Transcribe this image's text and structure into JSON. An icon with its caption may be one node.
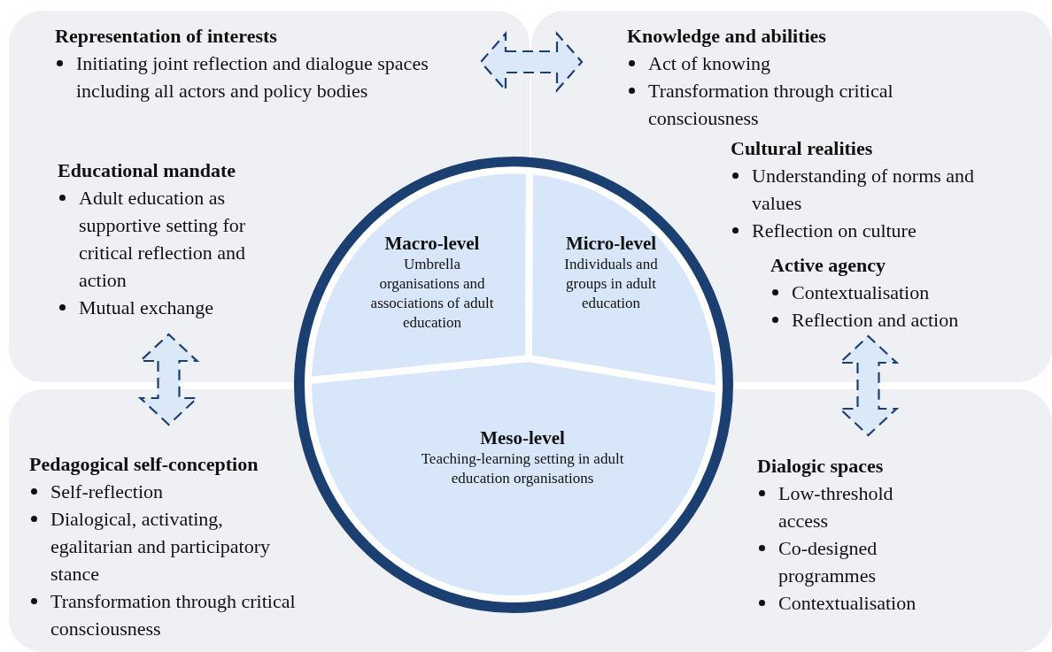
{
  "diagram": {
    "nodes": [
      {
        "text": [],
        "shape": "box"
      },
      {
        "text": [
          "Representation of interests",
          "Initiating joint reflection and dialogue spaces including all actors and policy bodies"
        ],
        "in": 0
      },
      {
        "text": [
          "Educational mandate",
          "Adult education as supportive setting for critical reflection and action",
          "Mutual exchange"
        ],
        "in": 0
      },
      {
        "text": [],
        "shape": "box"
      },
      {
        "text": [
          "Knowledge and abilities",
          "Act of knowing",
          "Transformation through critical consciousness"
        ],
        "in": 3
      },
      {
        "text": [
          "Cultural realities",
          "Understanding of norms and values",
          "Reflection on culture"
        ],
        "in": 3
      },
      {
        "text": [
          "Active agency",
          "Contextualisation",
          "Reflection and action"
        ],
        "in": 3
      },
      {
        "text": [],
        "shape": "box"
      },
      {
        "text": [
          "Pedagogical self-conception",
          "Self-reflection",
          "Dialogical, activating, egalitarian and participatory stance",
          "Transformation through critical consciousness"
        ],
        "in": 7
      },
      {
        "text": [
          "Dialogic spaces",
          "Low-threshold access",
          "Co-designed programmes",
          "Contextualisation"
        ],
        "in": 7
      },
      {
        "text": [],
        "shape": "circle"
      },
      {
        "text": [
          "Macro-level",
          "Umbrella organisations and associations of adult education"
        ]
      },
      {
        "text": [
          "Micro-level",
          "Individuals and groups in adult education"
        ]
      },
      {
        "text": [
          "Meso-level",
          "Teaching-learning setting in adult education organisations"
        ],
        "in": 10
      }
    ],
    "edges": [
      {
        "from": 1,
        "to": 4,
        "arrow": "both",
        "style": "dashed"
      },
      {
        "from": 2,
        "to": 8,
        "arrow": "both",
        "style": "dashed"
      },
      {
        "from": 6,
        "to": 9,
        "arrow": "both",
        "style": "dashed"
      }
    ]
  }
}
